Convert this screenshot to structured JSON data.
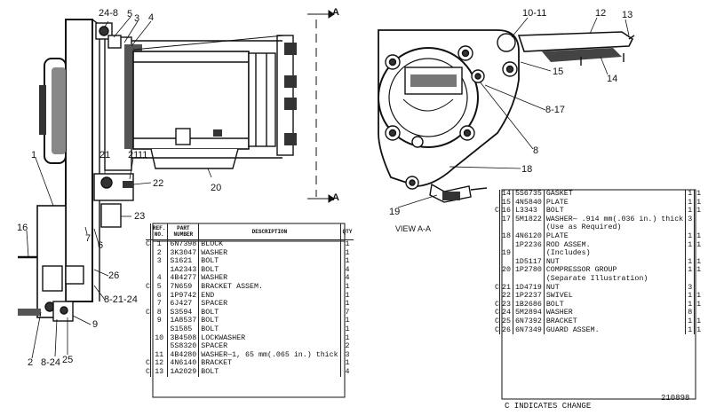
{
  "callouts": {
    "left": [
      "24-8",
      "5",
      "3",
      "4",
      "11",
      "1",
      "21",
      "21",
      "22",
      "20",
      "23",
      "16",
      "7",
      "6",
      "26",
      "8-21-24",
      "9",
      "2",
      "8-24",
      "25"
    ],
    "right": [
      "10-11",
      "12",
      "13",
      "15",
      "14",
      "8-17",
      "8",
      "18",
      "19"
    ]
  },
  "section_marks": {
    "a_top": "A",
    "a_bottom": "A",
    "view_label": "VIEW A-A"
  },
  "table_left": {
    "headers": [
      "REF. NO.",
      "PART NUMBER",
      "DESCRIPTION",
      "QTY"
    ],
    "rows": [
      {
        "c": "C",
        "ref": "1",
        "part": "6N7398",
        "desc": "BLOCK",
        "qty": "1"
      },
      {
        "c": "",
        "ref": "2",
        "part": "3K3047",
        "desc": "WASHER",
        "qty": "1"
      },
      {
        "c": "",
        "ref": "3",
        "part": "S1621",
        "desc": "BOLT",
        "qty": "1"
      },
      {
        "c": "",
        "ref": "",
        "part": "1A2343",
        "desc": "BOLT",
        "qty": "4"
      },
      {
        "c": "",
        "ref": "4",
        "part": "4B4277",
        "desc": "WASHER",
        "qty": "4"
      },
      {
        "c": "C",
        "ref": "5",
        "part": "7N659",
        "desc": "BRACKET ASSEM.",
        "qty": "1"
      },
      {
        "c": "",
        "ref": "6",
        "part": "1P9742",
        "desc": "END",
        "qty": "1"
      },
      {
        "c": "",
        "ref": "7",
        "part": "6J427",
        "desc": "SPACER",
        "qty": "1"
      },
      {
        "c": "C",
        "ref": "8",
        "part": "S3594",
        "desc": "BOLT",
        "qty": "7"
      },
      {
        "c": "",
        "ref": "9",
        "part": "1A8537",
        "desc": "BOLT",
        "qty": "1"
      },
      {
        "c": "",
        "ref": "",
        "part": "S1585",
        "desc": "BOLT",
        "qty": "1"
      },
      {
        "c": "",
        "ref": "10",
        "part": "3B4508",
        "desc": "LOCKWASHER",
        "qty": "1"
      },
      {
        "c": "",
        "ref": "",
        "part": "5S8320",
        "desc": "SPACER",
        "qty": "2"
      },
      {
        "c": "",
        "ref": "11",
        "part": "4B4280",
        "desc": "WASHER—1, 65 mm(.065 in.) thick",
        "qty": "3"
      },
      {
        "c": "C",
        "ref": "12",
        "part": "4N6140",
        "desc": "BRACKET",
        "qty": "1"
      },
      {
        "c": "C",
        "ref": "13",
        "part": "1A2029",
        "desc": "BOLT",
        "qty": "4"
      }
    ]
  },
  "table_right": {
    "rows": [
      {
        "c": "",
        "ref": "14",
        "part": "5S6735",
        "desc": "GASKET",
        "qty": "1",
        "qty2": "1"
      },
      {
        "c": "",
        "ref": "15",
        "part": "4N5840",
        "desc": "PLATE",
        "qty": "1",
        "qty2": "1"
      },
      {
        "c": "C",
        "ref": "16",
        "part": "L3343",
        "desc": "BOLT",
        "qty": "1",
        "qty2": "1"
      },
      {
        "c": "",
        "ref": "17",
        "part": "5M1822",
        "desc": "WASHER— .914 mm(.036 in.) thick",
        "qty": "3",
        "qty2": ""
      },
      {
        "c": "",
        "ref": "",
        "part": "",
        "desc": "(Use as Required)",
        "qty": "",
        "qty2": ""
      },
      {
        "c": "",
        "ref": "18",
        "part": "4N6120",
        "desc": "PLATE",
        "qty": "1",
        "qty2": "1"
      },
      {
        "c": "",
        "ref": "",
        "part": "1P2236",
        "desc": "ROD ASSEM.",
        "qty": "1",
        "qty2": "1"
      },
      {
        "c": "",
        "ref": "19",
        "part": "",
        "desc": "(Includes)",
        "qty": "",
        "qty2": ""
      },
      {
        "c": "",
        "ref": "",
        "part": "1D5117",
        "desc": "NUT",
        "qty": "1",
        "qty2": "1"
      },
      {
        "c": "",
        "ref": "20",
        "part": "1P2780",
        "desc": "COMPRESSOR GROUP",
        "qty": "1",
        "qty2": "1"
      },
      {
        "c": "",
        "ref": "",
        "part": "",
        "desc": "(Separate Illustration)",
        "qty": "",
        "qty2": ""
      },
      {
        "c": "C",
        "ref": "21",
        "part": "1D4719",
        "desc": "NUT",
        "qty": "3",
        "qty2": ""
      },
      {
        "c": "",
        "ref": "22",
        "part": "1P2237",
        "desc": "SWIVEL",
        "qty": "1",
        "qty2": "1"
      },
      {
        "c": "C",
        "ref": "23",
        "part": "1B2686",
        "desc": "BOLT",
        "qty": "1",
        "qty2": "1"
      },
      {
        "c": "C",
        "ref": "24",
        "part": "5M2894",
        "desc": "WASHER",
        "qty": "8",
        "qty2": ""
      },
      {
        "c": "C",
        "ref": "25",
        "part": "6N7392",
        "desc": "BRACKET",
        "qty": "1",
        "qty2": "1"
      },
      {
        "c": "C",
        "ref": "26",
        "part": "6N7349",
        "desc": "GUARD ASSEM.",
        "qty": "1",
        "qty2": "1"
      }
    ]
  },
  "footer": {
    "note": "C INDICATES CHANGE",
    "code": "210898"
  }
}
